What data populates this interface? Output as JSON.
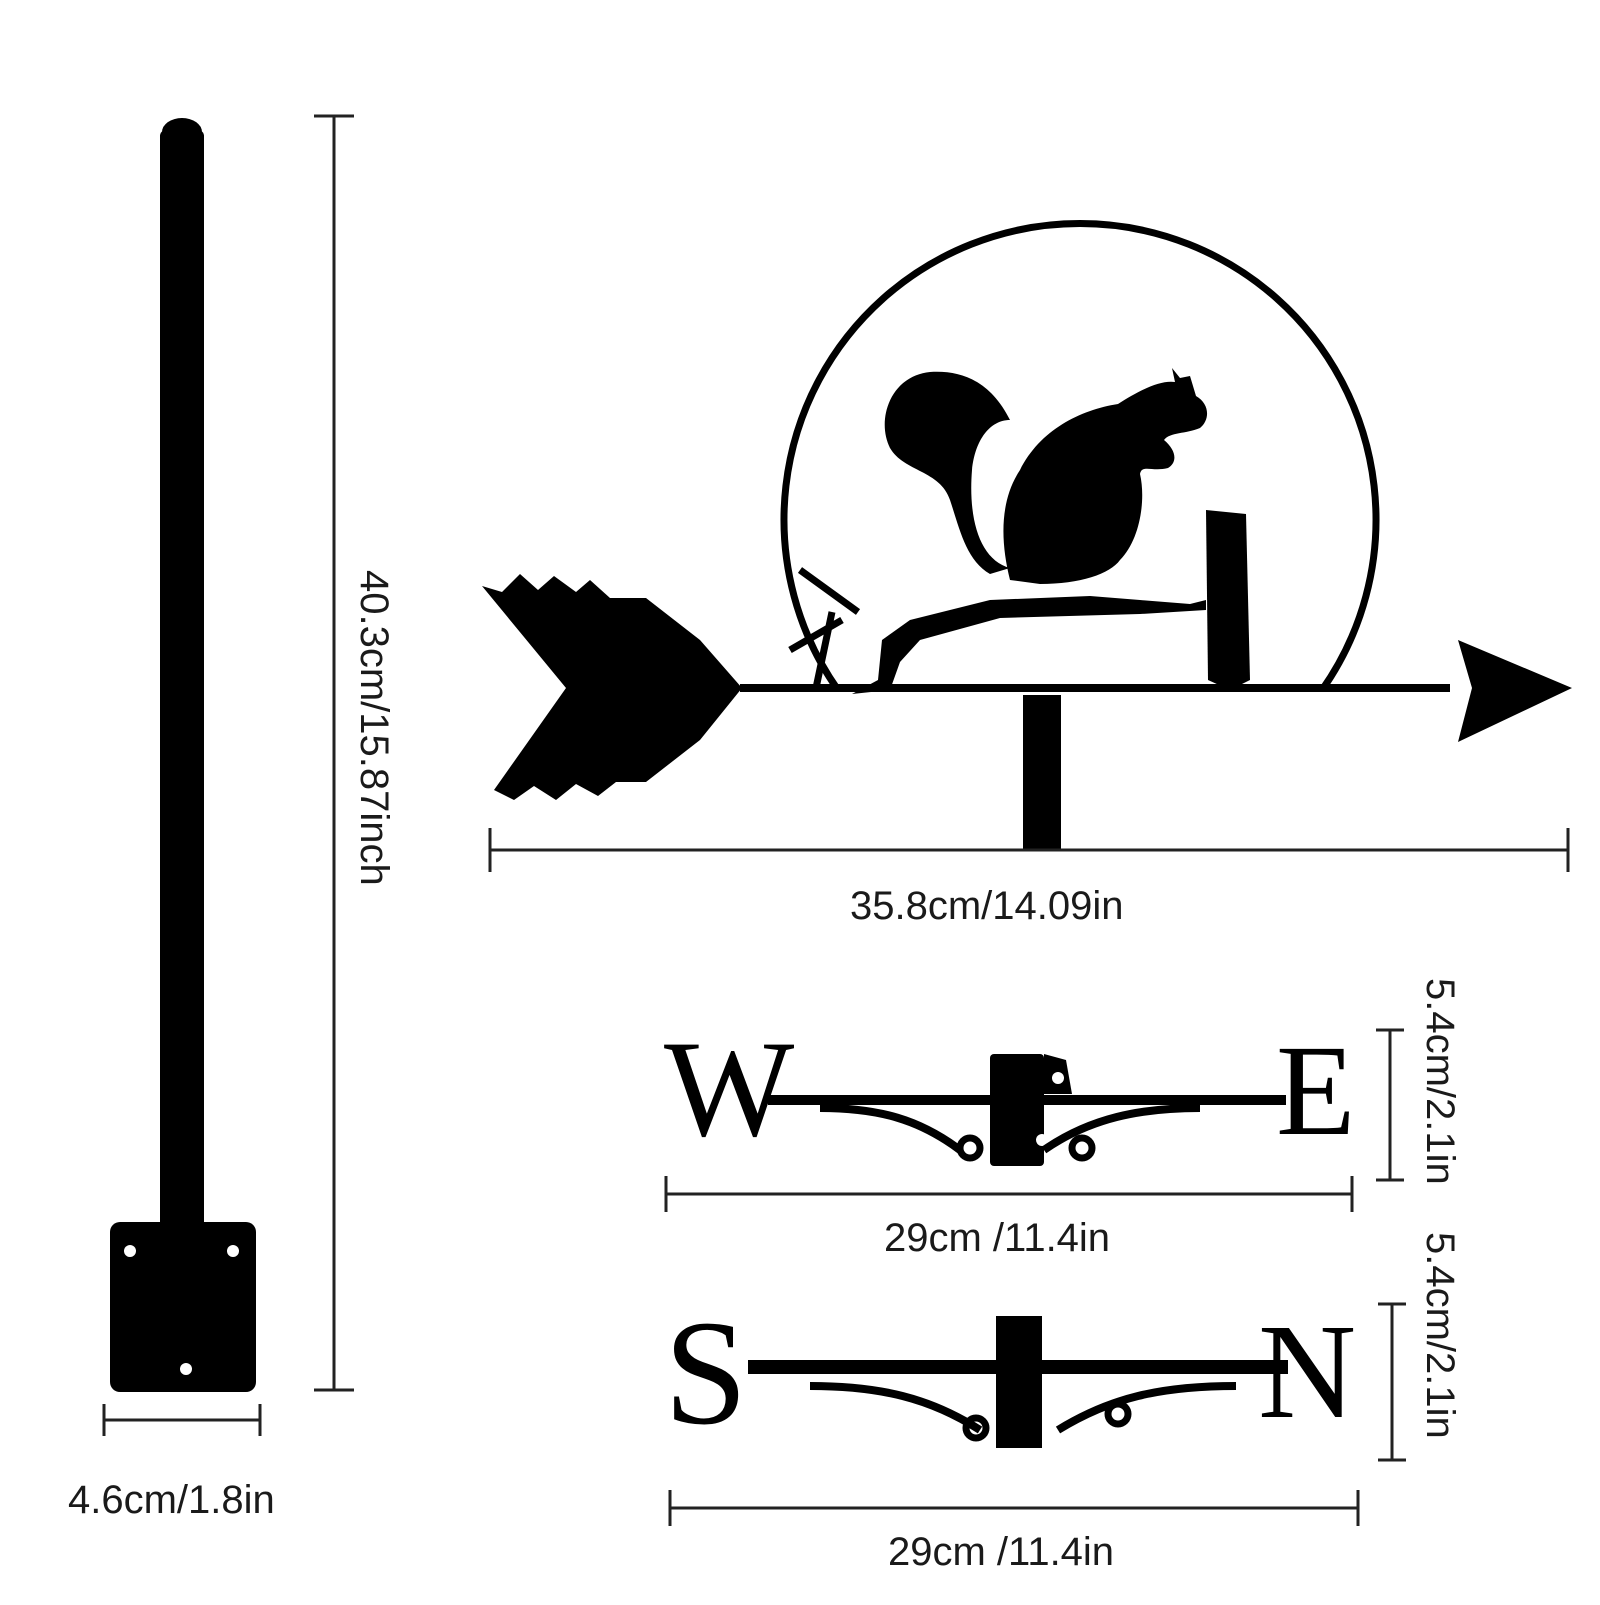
{
  "parts": {
    "pole": {
      "height_label": "40.3cm/15.87inch",
      "base_width_label": "4.6cm/1.8in"
    },
    "vane": {
      "width_label": "35.8cm/14.09in"
    },
    "we_bar": {
      "left_letter": "W",
      "right_letter": "E",
      "width_label": "29cm /11.4in",
      "height_label": "5.4cm/2.1in"
    },
    "sn_bar": {
      "left_letter": "S",
      "right_letter": "N",
      "width_label": "29cm /11.4in",
      "height_label": "5.4cm/2.1in"
    }
  },
  "colors": {
    "ink": "#000000",
    "background": "#ffffff",
    "text": "#1a1a1a"
  }
}
